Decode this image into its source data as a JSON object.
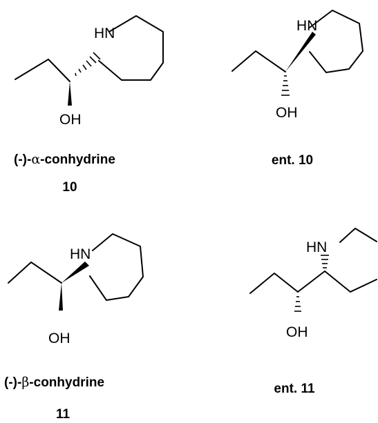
{
  "molecules": [
    {
      "atoms": {
        "nh": "HN",
        "oh": "OH"
      },
      "caption": {
        "prefix": "(-)-",
        "greek": "α",
        "suffix": "-conhydrine"
      },
      "number": "10"
    },
    {
      "atoms": {
        "nh": "HN",
        "oh": "OH"
      },
      "caption": {
        "prefix": "ent. 10",
        "greek": "",
        "suffix": ""
      },
      "number": ""
    },
    {
      "atoms": {
        "nh": "HN",
        "oh": "OH"
      },
      "caption": {
        "prefix": "(-)-",
        "greek": "β",
        "suffix": "-conhydrine"
      },
      "number": "11"
    },
    {
      "atoms": {
        "nh": "HN",
        "oh": "OH"
      },
      "caption": {
        "prefix": "ent. 11",
        "greek": "",
        "suffix": ""
      },
      "number": ""
    }
  ]
}
